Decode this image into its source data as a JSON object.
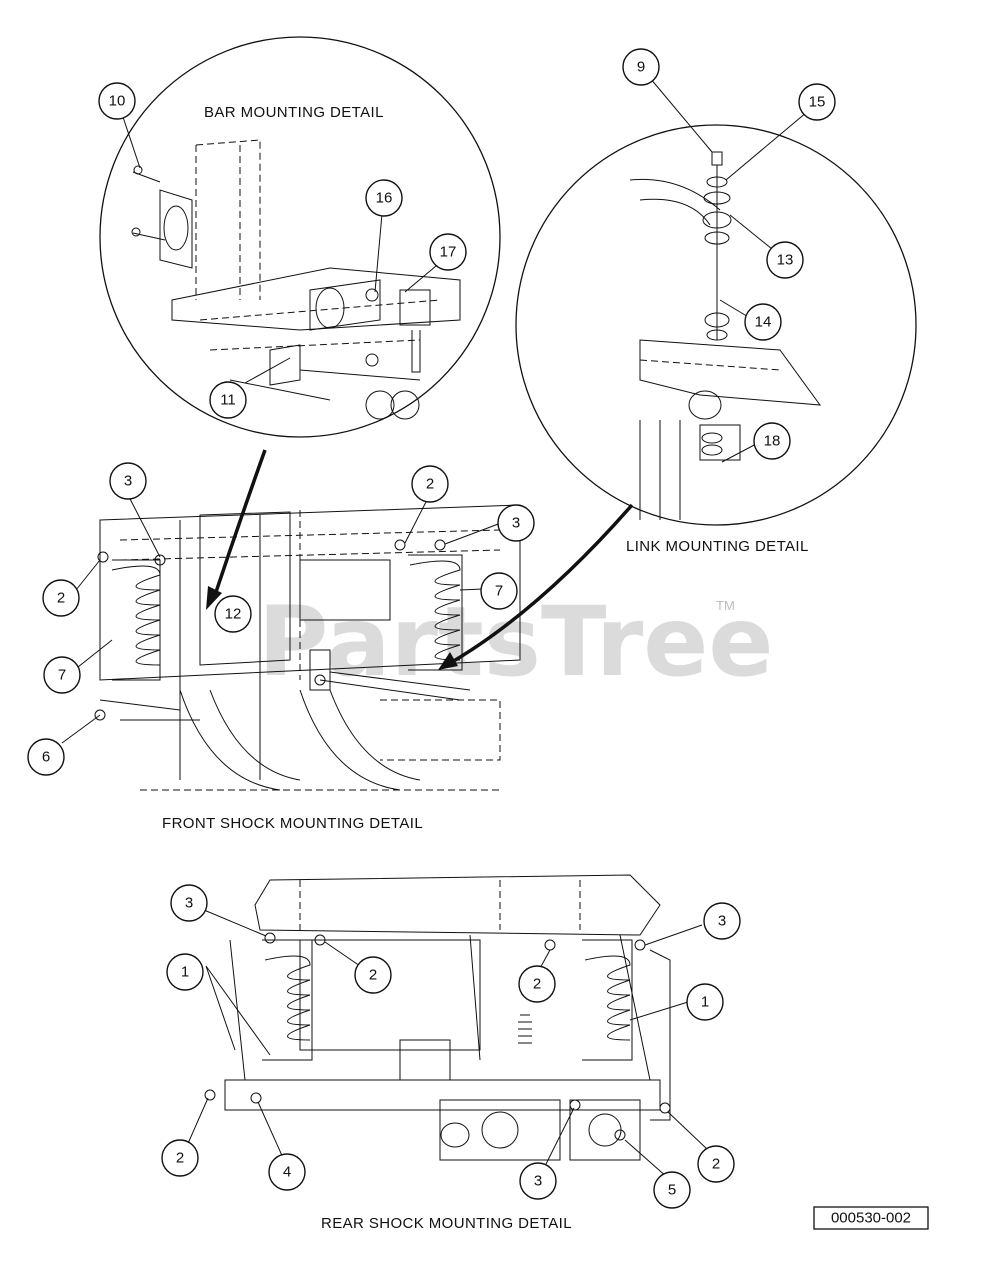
{
  "labels": {
    "bar_mounting": "BAR MOUNTING DETAIL",
    "link_mounting": "LINK MOUNTING DETAIL",
    "front_shock": "FRONT SHOCK MOUNTING DETAIL",
    "rear_shock": "REAR SHOCK MOUNTING DETAIL"
  },
  "part_number": "000530-002",
  "watermark": {
    "text": "PartsTree",
    "tm": "TM"
  },
  "callouts": {
    "bar": [
      "10",
      "16",
      "17",
      "11"
    ],
    "link": [
      "9",
      "15",
      "13",
      "14",
      "18"
    ],
    "front": [
      "3",
      "2",
      "3",
      "2",
      "7",
      "12",
      "7",
      "6"
    ],
    "rear": [
      "3",
      "3",
      "2",
      "2",
      "1",
      "1",
      "2",
      "4",
      "3",
      "5",
      "2"
    ]
  }
}
